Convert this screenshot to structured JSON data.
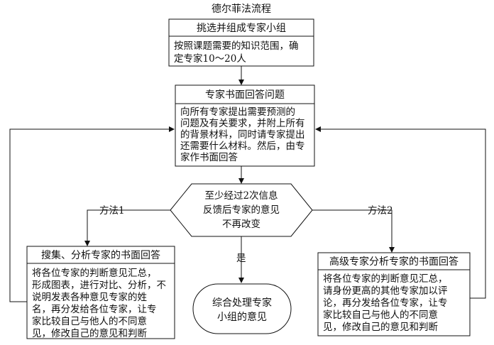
{
  "title": "德尔菲法流程",
  "step1": {
    "header": "挑选并组成专家小组",
    "body": [
      "按照课题需要的知识范围，确",
      "定专家10～20人"
    ]
  },
  "step2": {
    "header": "专家书面回答问题",
    "body": [
      "向所有专家提出需要预测的",
      "问题及有关要求，并附上所有",
      "的背景材料，同时请专家提出",
      "还需要什么材料。然后，由专",
      "家作书面回答"
    ]
  },
  "decision": {
    "lines": [
      "至少经过2次信息",
      "反馈后专家的意见",
      "不再改变"
    ]
  },
  "method1": {
    "label": "方法1",
    "header": "搜集、分析专家的书面回答",
    "body": [
      "将各位专家的判断意见汇总，",
      "形成图表，进行对比、分析，不",
      "说明发表各种意见专家的姓",
      "名，再分发给各位专家，让专",
      "家比较自己与他人的不同意",
      "见，修改自己的意见和判断"
    ]
  },
  "method2": {
    "label": "方法2",
    "header": "高级专家分析专家的书面回答",
    "body": [
      "将各位专家的判断意见汇总，",
      "请身份更高的其他专家加以评",
      "论，再分发给各位专家，让专",
      "家比较自己与他人的不同意",
      "见，修改自己的意见和判断"
    ]
  },
  "yes_label": "是",
  "final": {
    "lines": [
      "综合处理专家",
      "小组的意见"
    ]
  }
}
